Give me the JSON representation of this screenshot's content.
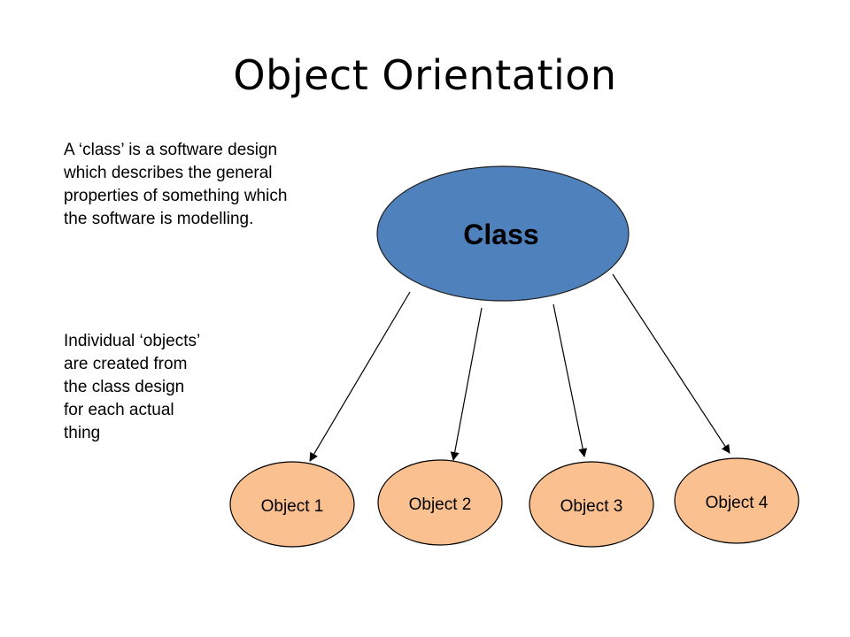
{
  "title": "Object Orientation",
  "class_description": [
    "A ‘class’ is a software design",
    "which describes the general",
    "properties of something which",
    "the software is modelling."
  ],
  "objects_description": [
    "Individual ‘objects’",
    "are created from",
    "the class design",
    "for each actual",
    "thing"
  ],
  "class_node": {
    "label": "Class",
    "color": "#4f81bd"
  },
  "object_nodes": [
    {
      "label": "Object 1"
    },
    {
      "label": "Object 2"
    },
    {
      "label": "Object 3"
    },
    {
      "label": "Object 4"
    }
  ],
  "colors": {
    "object_fill": "#fac090",
    "class_fill": "#4f81bd",
    "stroke": "#000000"
  }
}
